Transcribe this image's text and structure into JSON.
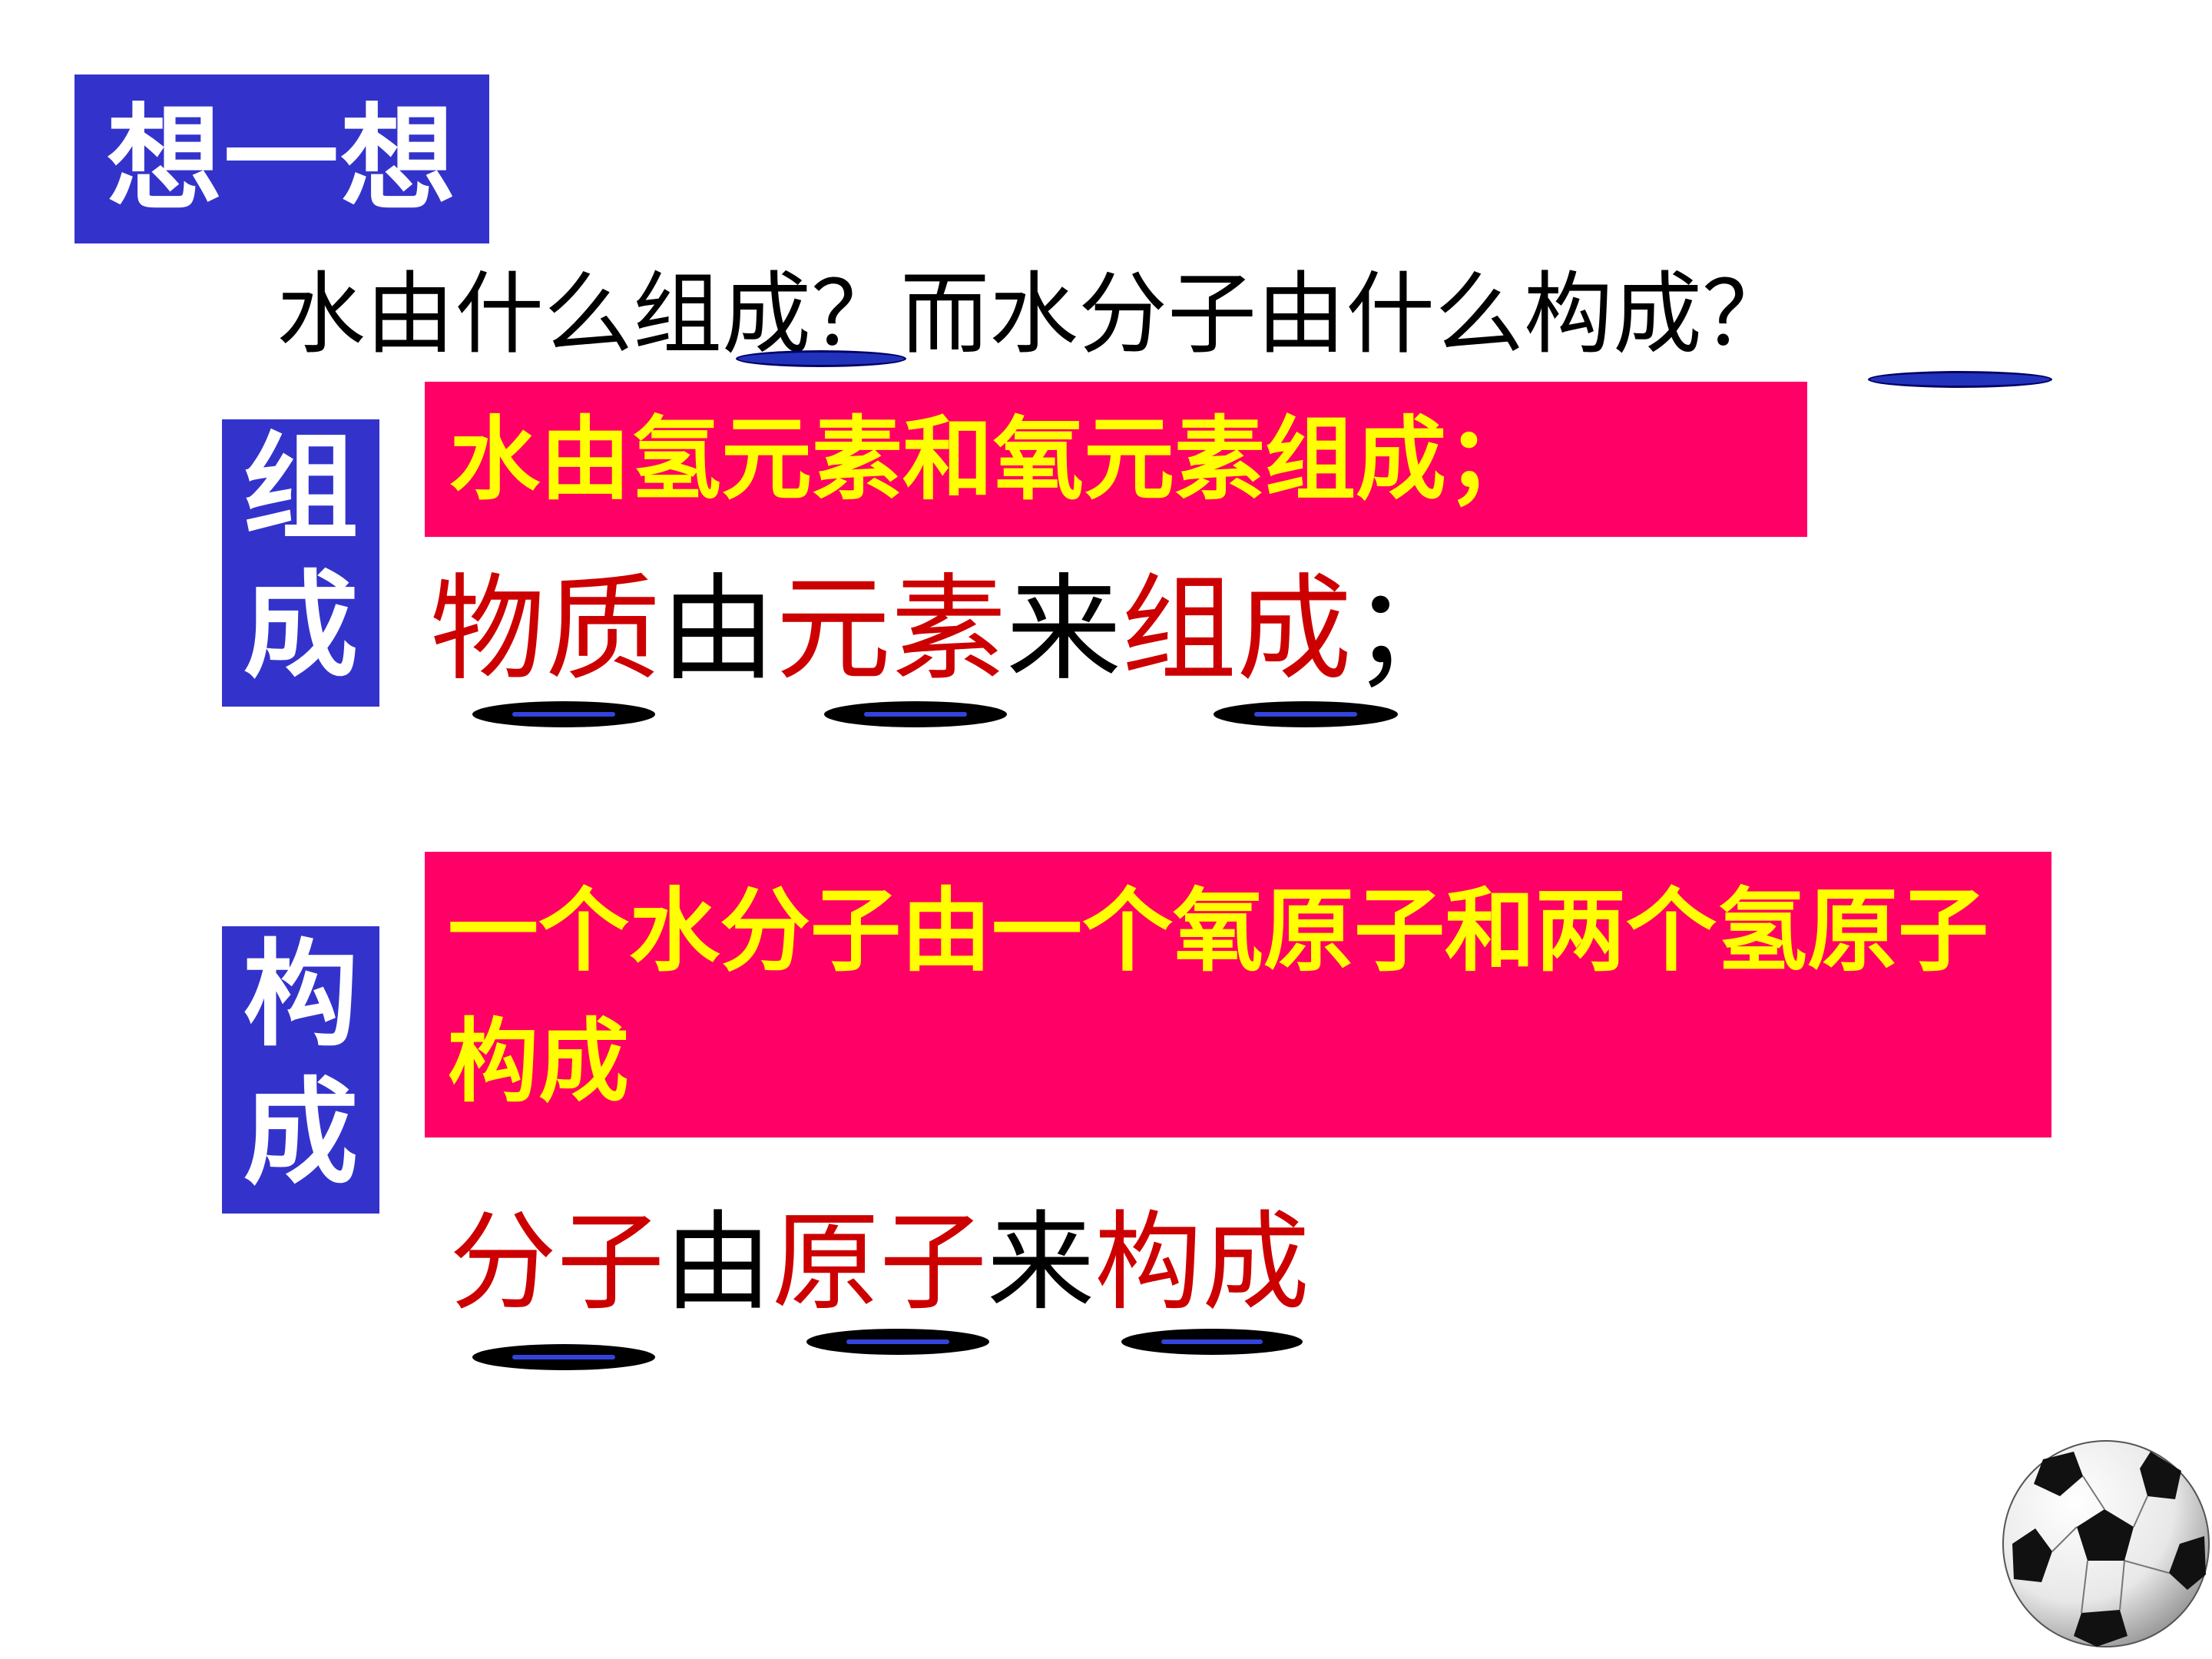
{
  "slide": {
    "title_badge": "想一想",
    "question": "水由什么组成？而水分子由什么构成？",
    "composition": {
      "badge": [
        "组",
        "成"
      ],
      "answer": "水由氢元素和氧元素组成；",
      "statement": [
        {
          "text": "物质",
          "color": "red"
        },
        {
          "text": "由",
          "color": "black"
        },
        {
          "text": "元素",
          "color": "red"
        },
        {
          "text": "来",
          "color": "black"
        },
        {
          "text": "组成",
          "color": "red"
        },
        {
          "text": "；",
          "color": "black"
        }
      ]
    },
    "structure": {
      "badge": [
        "构",
        "成"
      ],
      "answer": "一个水分子由一个氧原子和两个氢原子构成",
      "statement": [
        {
          "text": "分子",
          "color": "red"
        },
        {
          "text": "由",
          "color": "black"
        },
        {
          "text": "原子",
          "color": "red"
        },
        {
          "text": "来",
          "color": "black"
        },
        {
          "text": "构成",
          "color": "red"
        }
      ]
    }
  },
  "colors": {
    "badge_blue": "#3333cc",
    "answer_pink": "#ff0066",
    "answer_text_yellow": "#ffff00",
    "keyword_red": "#cc0000",
    "underline_blue": "#3344dd"
  },
  "icons": {
    "decoration": "soccer-ball-icon"
  }
}
